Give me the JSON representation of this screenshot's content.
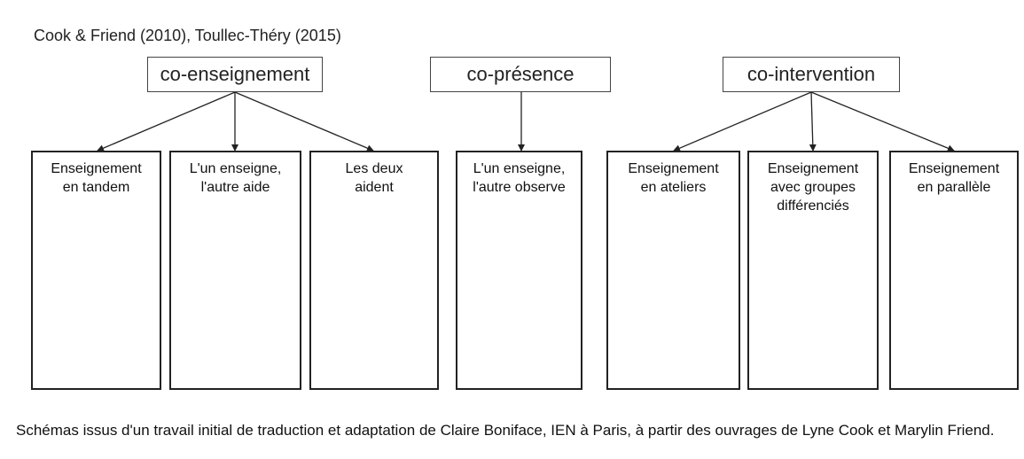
{
  "credit": "Cook & Friend (2010), Toullec-Théry (2015)",
  "categories": [
    {
      "id": "co-enseignement",
      "label": "co-enseignement"
    },
    {
      "id": "co-presence",
      "label": "co-présence"
    },
    {
      "id": "co-intervention",
      "label": "co-intervention"
    }
  ],
  "panels": [
    {
      "id": "tandem",
      "category": "co-enseignement",
      "title": [
        "Enseignement",
        "en tandem"
      ]
    },
    {
      "id": "un-aide",
      "category": "co-enseignement",
      "title": [
        "L'un enseigne,",
        "l'autre aide"
      ]
    },
    {
      "id": "deux-aident",
      "category": "co-enseignement",
      "title": [
        "Les deux",
        "aident"
      ]
    },
    {
      "id": "un-observe",
      "category": "co-presence",
      "title": [
        "L'un enseigne,",
        "l'autre observe"
      ]
    },
    {
      "id": "ateliers",
      "category": "co-intervention",
      "title": [
        "Enseignement",
        "en ateliers"
      ]
    },
    {
      "id": "groupes-differencies",
      "category": "co-intervention",
      "title": [
        "Enseignement",
        "avec groupes",
        "différenciés"
      ]
    },
    {
      "id": "parallele",
      "category": "co-intervention",
      "title": [
        "Enseignement",
        "en parallèle"
      ]
    }
  ],
  "caption": "Schémas issus d'un travail initial de traduction et adaptation de Claire Boniface, IEN à Paris, à partir des ouvrages de Lyne Cook et Marylin Friend.",
  "colors": {
    "teacher_blue": "#3b4bb0",
    "teacher_purple": "#9b3fa0",
    "student": "#7d7d7d",
    "line": "#222222",
    "dashed": "#808080"
  }
}
